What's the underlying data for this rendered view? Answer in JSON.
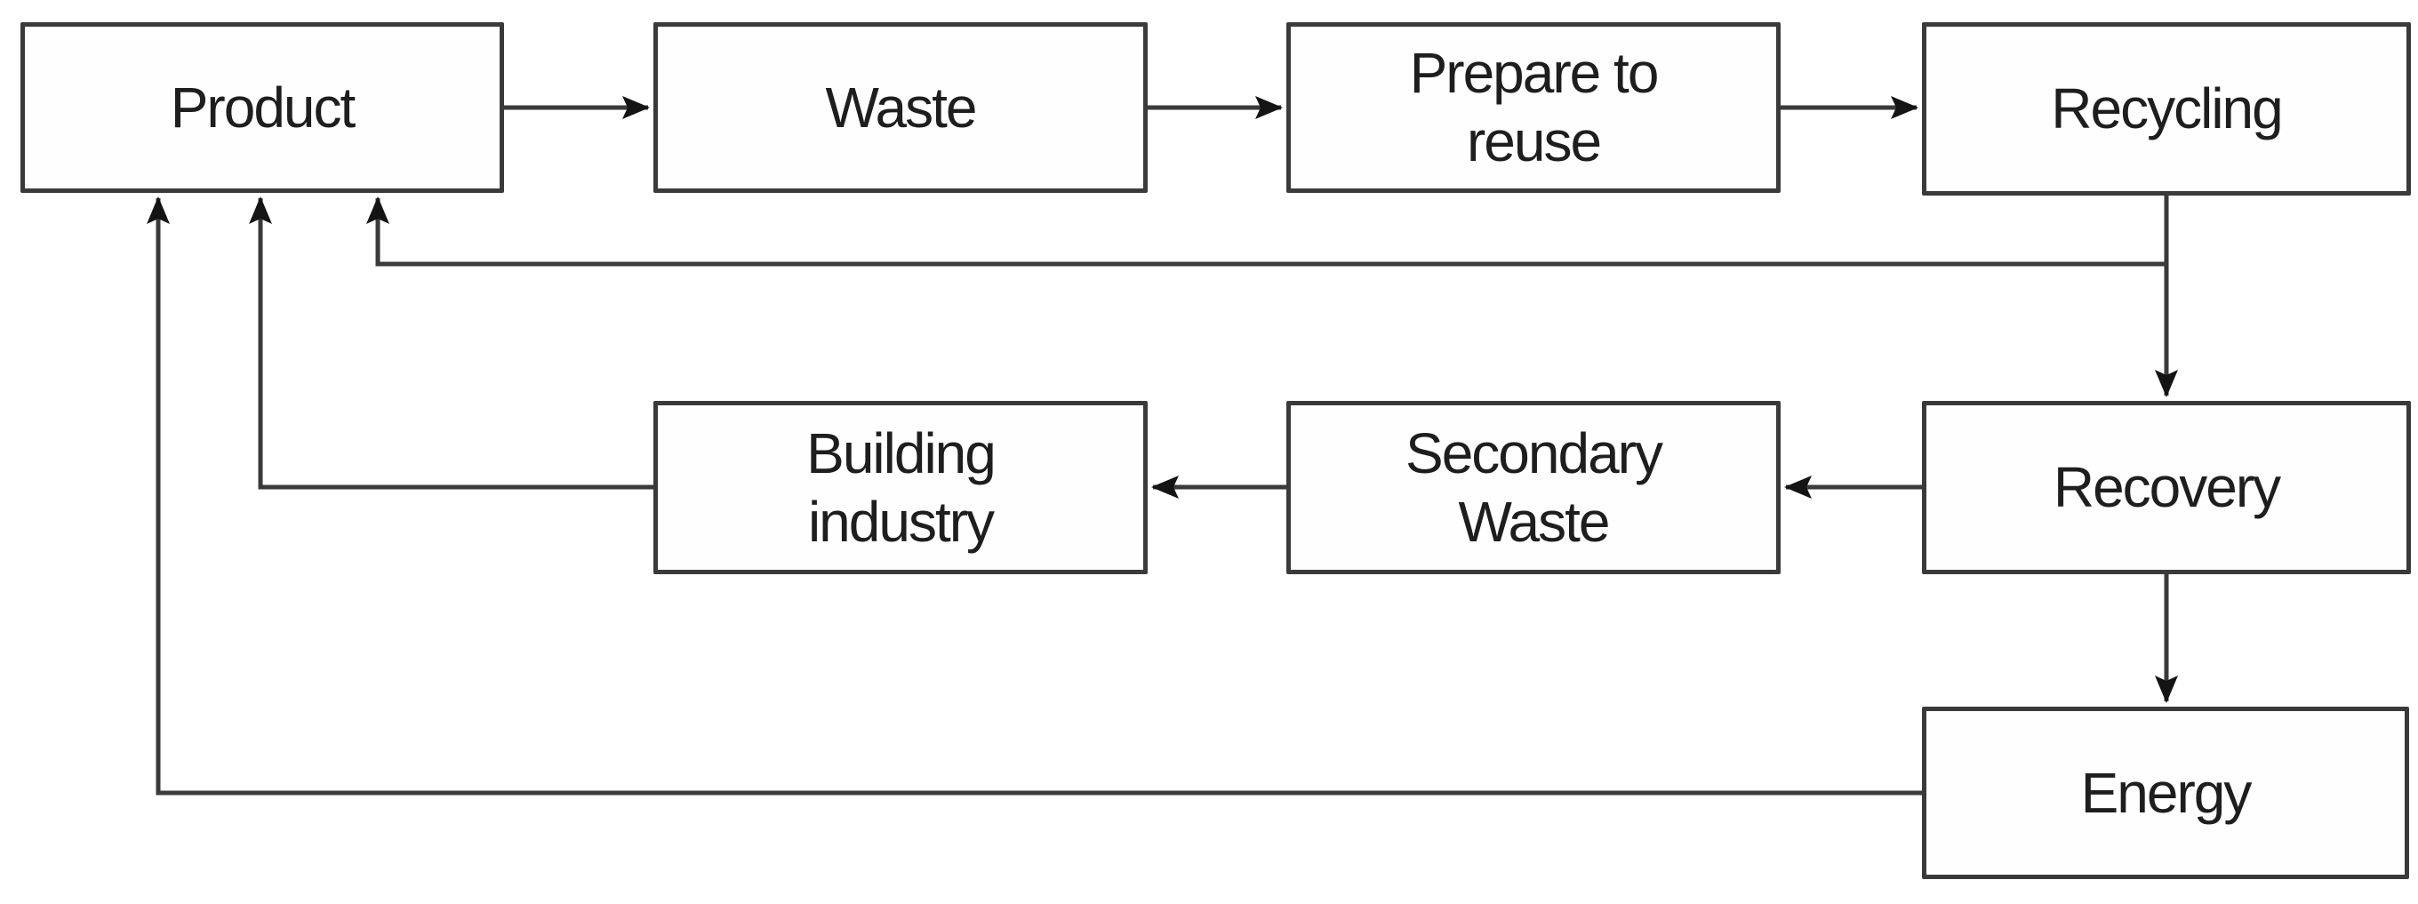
{
  "diagram": {
    "type": "flowchart",
    "colors": {
      "background": "#ffffff",
      "box_fill": "#fefefe",
      "box_border": "#3a3a3a",
      "line": "#3a3a3a",
      "arrowhead": "#141414",
      "text": "#1e1e1e"
    },
    "nodes": {
      "product": {
        "label": "Product"
      },
      "waste": {
        "label": "Waste"
      },
      "prepare_to_reuse": {
        "label": [
          "Prepare to",
          "reuse"
        ]
      },
      "recycling": {
        "label": "Recycling"
      },
      "building_industry": {
        "label": [
          "Building",
          "industry"
        ]
      },
      "secondary_waste": {
        "label": [
          "Secondary",
          "Waste"
        ]
      },
      "recovery": {
        "label": "Recovery"
      },
      "energy": {
        "label": "Energy"
      }
    },
    "edges": [
      {
        "from": "Product",
        "to": "Waste"
      },
      {
        "from": "Waste",
        "to": "Prepare to reuse"
      },
      {
        "from": "Prepare to reuse",
        "to": "Recycling"
      },
      {
        "from": "Recycling",
        "to": "Recovery"
      },
      {
        "from": "Recycling",
        "to": "Product"
      },
      {
        "from": "Recovery",
        "to": "Secondary Waste"
      },
      {
        "from": "Secondary Waste",
        "to": "Building industry"
      },
      {
        "from": "Building industry",
        "to": "Product"
      },
      {
        "from": "Recovery",
        "to": "Energy"
      },
      {
        "from": "Energy",
        "to": "Product"
      }
    ]
  }
}
